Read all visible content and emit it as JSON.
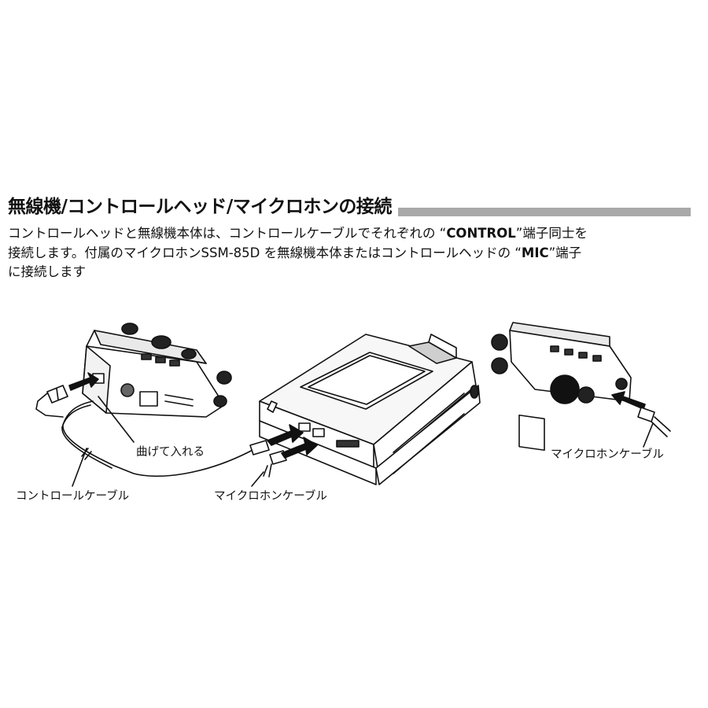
{
  "heading": "無線機/コントロールヘッド/マイクロホンの接続",
  "paragraph": {
    "line1_a": "コントロールヘッドと無線機本体は、コントロールケーブルでそれぞれの “",
    "line1_bold": "CONTROL",
    "line1_b": "”端子同士を",
    "line2_a": "接続します。付属のマイクロホンSSM-85D を無線機本体またはコントロールヘッドの “",
    "line2_bold": "MIC",
    "line2_b": "”端子",
    "line3": "に接続します"
  },
  "labels": {
    "bend_insert": "曲げて入れる",
    "control_cable": "コントロールケーブル",
    "mic_cable_center": "マイクロホンケーブル",
    "mic_cable_right": "マイクロホンケーブル"
  },
  "colors": {
    "heading_bar": "#a9a9a9",
    "line_art": "#111111"
  }
}
